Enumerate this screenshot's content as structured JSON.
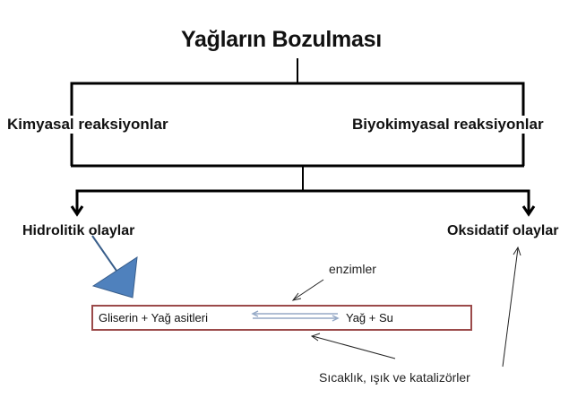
{
  "title": "Yağların Bozulması",
  "categories": {
    "left": "Kimyasal reaksiyonlar",
    "right": "Biyokimyasal reaksiyonlar"
  },
  "outcomes": {
    "left": "Hidrolitik olaylar",
    "right": "Oksidatif olaylar"
  },
  "annotations": {
    "enzymes": "enzimler",
    "factors": "Sıcaklık, ışık ve katalizörler"
  },
  "equation": {
    "left_side": "Gliserin + Yağ asitleri",
    "right_side": "Yağ + Su",
    "arrow": "reversible-arrow"
  },
  "colors": {
    "line": "#000000",
    "box_border": "#9b4a4a",
    "triangle_fill": "#4f81bd",
    "triangle_stroke": "#385d8a",
    "reversible_arrow": "#95a9c6"
  }
}
